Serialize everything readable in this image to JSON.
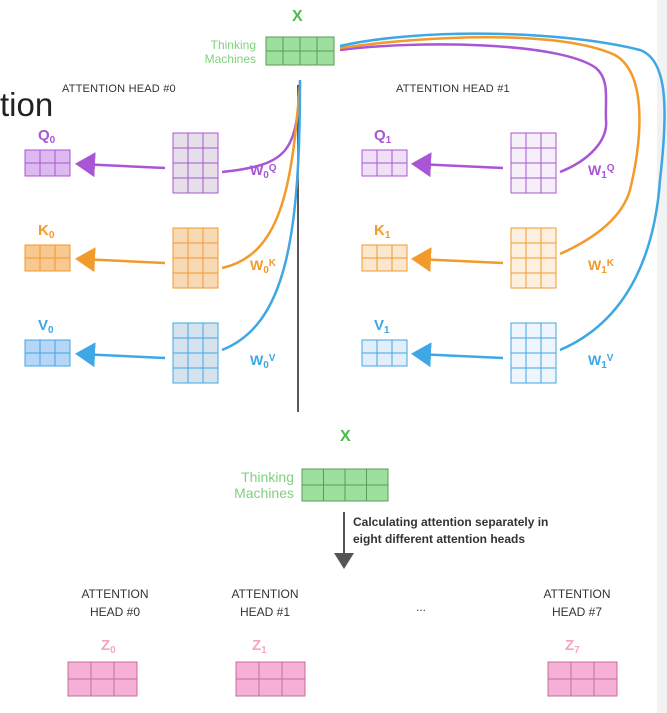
{
  "title_fragment": "tion",
  "top_input": {
    "label": "X",
    "words": [
      "Thinking",
      "Machines"
    ]
  },
  "heads": [
    {
      "title": "ATTENTION HEAD #0",
      "rows": [
        {
          "matrix": "Q",
          "sub": "0",
          "weight": "W",
          "weight_sub": "0",
          "weight_sup": "Q",
          "color": "#a855d6",
          "fill": "#dcb9ee",
          "weight_fill": "#e6dfe8"
        },
        {
          "matrix": "K",
          "sub": "0",
          "weight": "W",
          "weight_sub": "0",
          "weight_sup": "K",
          "color": "#f29a2a",
          "fill": "#f7c890",
          "weight_fill": "#f7d9b6"
        },
        {
          "matrix": "V",
          "sub": "0",
          "weight": "W",
          "weight_sub": "0",
          "weight_sup": "V",
          "color": "#3ea7e6",
          "fill": "#b5d6f6",
          "weight_fill": "#d6e3ee"
        }
      ]
    },
    {
      "title": "ATTENTION HEAD #1",
      "rows": [
        {
          "matrix": "Q",
          "sub": "1",
          "weight": "W",
          "weight_sub": "1",
          "weight_sup": "Q",
          "color": "#a855d6",
          "fill": "#efdff7",
          "weight_fill": "#f6eef9"
        },
        {
          "matrix": "K",
          "sub": "1",
          "weight": "W",
          "weight_sub": "1",
          "weight_sup": "K",
          "color": "#f29a2a",
          "fill": "#fbe7cf",
          "weight_fill": "#fdf0e0"
        },
        {
          "matrix": "V",
          "sub": "1",
          "weight": "W",
          "weight_sub": "1",
          "weight_sup": "V",
          "color": "#3ea7e6",
          "fill": "#e3eefb",
          "weight_fill": "#eef5fc"
        }
      ]
    }
  ],
  "bottom_input": {
    "label": "X",
    "words": [
      "Thinking",
      "Machines"
    ]
  },
  "note_lines": [
    "Calculating attention separately in",
    "eight different attention heads"
  ],
  "output_heads": [
    {
      "line1": "ATTENTION",
      "line2": "HEAD #0",
      "z": "Z",
      "z_sub": "0"
    },
    {
      "line1": "ATTENTION",
      "line2": "HEAD #1",
      "z": "Z",
      "z_sub": "1"
    },
    {
      "line1": "ATTENTION",
      "line2": "HEAD #7",
      "z": "Z",
      "z_sub": "7"
    }
  ],
  "ellipsis": "...",
  "colors": {
    "green": "#4cbb4c",
    "green_fill": "#9de09d",
    "pink_fill": "#f7b0d5",
    "query": "#a855d6",
    "key": "#f29a2a",
    "value": "#3ea7e6"
  }
}
